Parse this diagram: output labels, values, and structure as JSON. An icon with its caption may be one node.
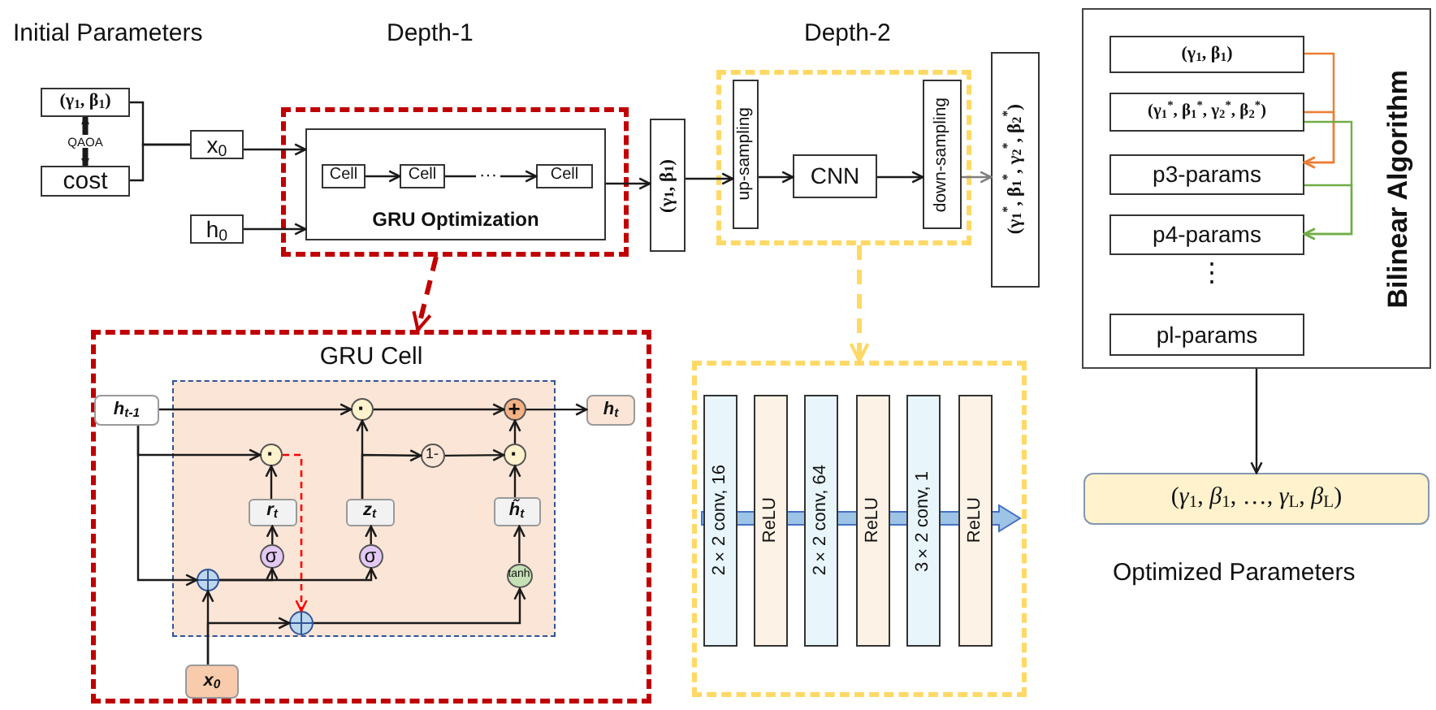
{
  "diagram": {
    "nodes": [
      {
        "text": [
          "(γ$_{1}$, β$_{1}$)"
        ]
      },
      {
        "text": [
          "cost"
        ]
      },
      {
        "text": [
          "QAOA"
        ]
      },
      {
        "text": [
          "x$_{0}$"
        ]
      },
      {
        "text": [
          "h$_{0}$"
        ]
      },
      {
        "text": [],
        "shape": "box"
      },
      {
        "text": [
          "GRU Optimization"
        ],
        "in": 5
      },
      {
        "text": [
          "Cell"
        ],
        "in": 6
      },
      {
        "text": [
          "Cell"
        ],
        "in": 6
      },
      {
        "text": [
          "Cell"
        ],
        "in": 6
      },
      {
        "text": [
          "(γ$_{1}$, β$_{1}$)"
        ]
      },
      {
        "text": [],
        "shape": "box"
      },
      {
        "text": [
          "up-sampling"
        ],
        "in": 11
      },
      {
        "text": [
          "CNN"
        ],
        "in": 11
      },
      {
        "text": [
          "down-sampling"
        ],
        "in": 11
      },
      {
        "text": [
          "(γ$_{1}$$^{*}$, β$_{1}$$^{*}$, γ$_{2}$$^{*}$, β$_{2}$$^{*}$)"
        ]
      },
      {
        "text": [
          "Bilinear Algorithm"
        ]
      },
      {
        "text": [
          "(γ$_{1}$, β$_{1}$)"
        ],
        "in": 16
      },
      {
        "text": [
          "(γ$_{1}$$^{*}$, β$_{1}$$^{*}$, γ$_{2}$$^{*}$, β$_{2}$$^{*}$)"
        ],
        "in": 16
      },
      {
        "text": [
          "p3-params"
        ],
        "in": 16
      },
      {
        "text": [
          "p4-params"
        ],
        "in": 16
      },
      {
        "text": [
          "pl-params"
        ],
        "in": 16
      },
      {
        "text": [
          "(*γ*$_{1}$, *β*$_{1}$, …, *γ*$_{L}$, *β*$_{L}$)"
        ],
        "beside": [
          "Optimized Parameters"
        ]
      },
      {
        "text": [
          "GRU Cell"
        ]
      },
      {
        "text": [],
        "shape": "box",
        "in": 23
      },
      {
        "text": [
          "h$_{t-1}$"
        ],
        "in": 23
      },
      {
        "text": [
          "h$_{t}$"
        ],
        "in": 23
      },
      {
        "text": [
          "x$_{0}$"
        ],
        "in": 23
      },
      {
        "text": [
          "·"
        ],
        "in": 24
      },
      {
        "text": [
          "+"
        ],
        "in": 24
      },
      {
        "text": [
          "·"
        ],
        "in": 24
      },
      {
        "text": [
          "1-"
        ],
        "in": 24
      },
      {
        "text": [
          "·"
        ],
        "in": 24
      },
      {
        "text": [
          "r$_{t}$"
        ],
        "in": 24
      },
      {
        "text": [
          "z$_{t}$"
        ],
        "in": 24
      },
      {
        "text": [
          "h̃$_{t}$"
        ],
        "in": 24
      },
      {
        "text": [
          "σ"
        ],
        "in": 24
      },
      {
        "text": [
          "σ"
        ],
        "in": 24
      },
      {
        "text": [
          "tanh"
        ],
        "in": 24
      },
      {
        "text": [],
        "shape": "circle",
        "in": 24
      },
      {
        "text": [],
        "shape": "circle",
        "in": 24
      },
      {
        "text": [],
        "shape": "box"
      },
      {
        "text": [
          "2×2 conv, 16"
        ],
        "in": 41
      },
      {
        "text": [
          "ReLU"
        ],
        "in": 41
      },
      {
        "text": [
          "2×2 conv, 64"
        ],
        "in": 41
      },
      {
        "text": [
          "ReLU"
        ],
        "in": 41
      },
      {
        "text": [
          "3×2 conv, 1"
        ],
        "in": 41
      },
      {
        "text": [
          "ReLU"
        ],
        "in": 41
      }
    ],
    "edges": [
      {
        "from": 2,
        "to": 0,
        "arrow": "to",
        "style": "thick"
      },
      {
        "from": 2,
        "to": 1,
        "arrow": "to",
        "style": "thick"
      },
      {
        "from": 0,
        "to": 3,
        "arrow": "none"
      },
      {
        "from": 1,
        "to": 3,
        "arrow": "none"
      },
      {
        "from": 3,
        "to": 6,
        "arrow": "to"
      },
      {
        "from": 4,
        "to": 6,
        "arrow": "to"
      },
      {
        "from": 7,
        "to": 8,
        "arrow": "to"
      },
      {
        "from": 8,
        "to": 9,
        "arrow": "to",
        "label": "···"
      },
      {
        "from": 6,
        "to": 10,
        "arrow": "to"
      },
      {
        "from": 10,
        "to": 12,
        "arrow": "to"
      },
      {
        "from": 12,
        "to": 13,
        "arrow": "to"
      },
      {
        "from": 13,
        "to": 14,
        "arrow": "to"
      },
      {
        "from": 14,
        "to": 15,
        "arrow": "to",
        "color": "#808080"
      },
      {
        "from": 5,
        "to": 23,
        "arrow": "to",
        "style": "dashed",
        "color": "#c00000"
      },
      {
        "from": 11,
        "to": 41,
        "arrow": "to",
        "style": "dashed",
        "color": "#ffd966"
      },
      {
        "from": 17,
        "to": 19,
        "arrow": "to",
        "color": "#ed7d31"
      },
      {
        "from": 18,
        "to": 19,
        "arrow": "to",
        "color": "#ed7d31"
      },
      {
        "from": 18,
        "to": 20,
        "arrow": "to",
        "color": "#70ad47"
      },
      {
        "from": 19,
        "to": 20,
        "arrow": "to",
        "color": "#70ad47"
      },
      {
        "from": 16,
        "to": 22,
        "arrow": "to"
      },
      {
        "from": 25,
        "to": 28,
        "arrow": "to"
      },
      {
        "from": 25,
        "to": 30,
        "arrow": "to"
      },
      {
        "from": 25,
        "to": 39,
        "arrow": "to"
      },
      {
        "from": 27,
        "to": 39,
        "arrow": "to"
      },
      {
        "from": 27,
        "to": 40,
        "arrow": "to"
      },
      {
        "from": 39,
        "to": 36,
        "arrow": "to"
      },
      {
        "from": 39,
        "to": 37,
        "arrow": "to"
      },
      {
        "from": 36,
        "to": 33,
        "arrow": "to"
      },
      {
        "from": 33,
        "to": 30,
        "arrow": "to"
      },
      {
        "from": 37,
        "to": 34,
        "arrow": "to"
      },
      {
        "from": 34,
        "to": 28,
        "arrow": "to"
      },
      {
        "from": 34,
        "to": 31,
        "arrow": "to"
      },
      {
        "from": 31,
        "to": 32,
        "arrow": "to"
      },
      {
        "from": 28,
        "to": 29,
        "arrow": "to"
      },
      {
        "from": 32,
        "to": 29,
        "arrow": "to"
      },
      {
        "from": 29,
        "to": 26,
        "arrow": "to"
      },
      {
        "from": 30,
        "to": 40,
        "arrow": "to",
        "style": "dashed",
        "color": "#ff0000"
      },
      {
        "from": 40,
        "to": 38,
        "arrow": "to"
      },
      {
        "from": 38,
        "to": 35,
        "arrow": "to"
      },
      {
        "from": 35,
        "to": 32,
        "arrow": "to"
      }
    ],
    "labels": [
      "Initial Parameters",
      "Depth-1",
      "Depth-2",
      "⋮"
    ]
  }
}
